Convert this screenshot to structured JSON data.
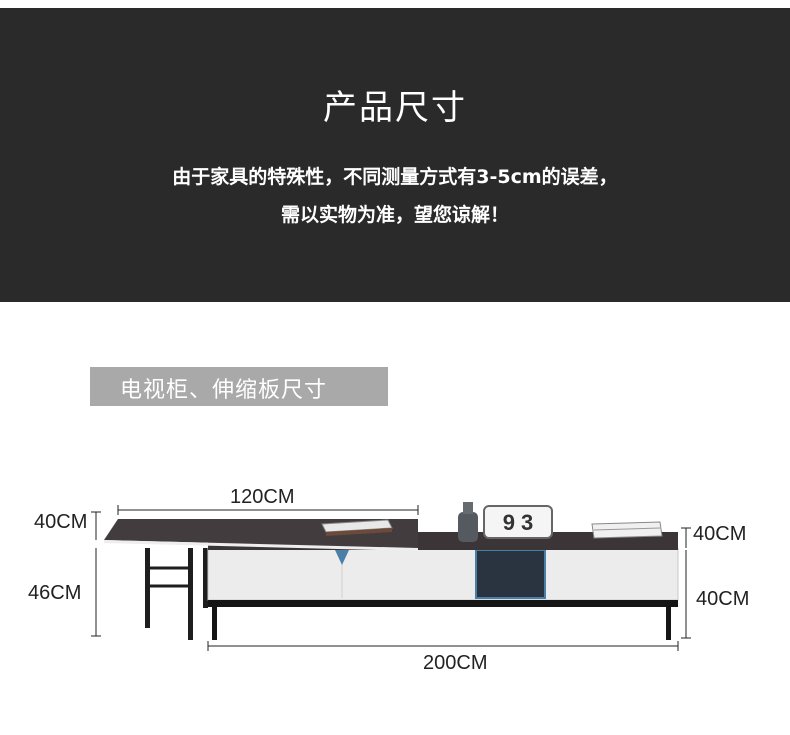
{
  "header": {
    "title": "产品尺寸",
    "line1": "由于家具的特殊性，不同测量方式有3-5cm的误差，",
    "line2": "需以实物为准，望您谅解！"
  },
  "section": {
    "label": "电视柜、伸缩板尺寸"
  },
  "dimensions": {
    "extension_length": "120CM",
    "extension_depth": "40CM",
    "extension_height": "46CM",
    "cabinet_depth": "40CM",
    "cabinet_height": "40CM",
    "cabinet_length": "200CM"
  },
  "clock": {
    "digits": "9 3"
  },
  "colors": {
    "band": "#2a2a2a",
    "label_bg": "#a9a9a9",
    "top_slab": "#3b3537",
    "cabinet": "#eeeeee",
    "accent_blue": "#4a7fa8"
  }
}
